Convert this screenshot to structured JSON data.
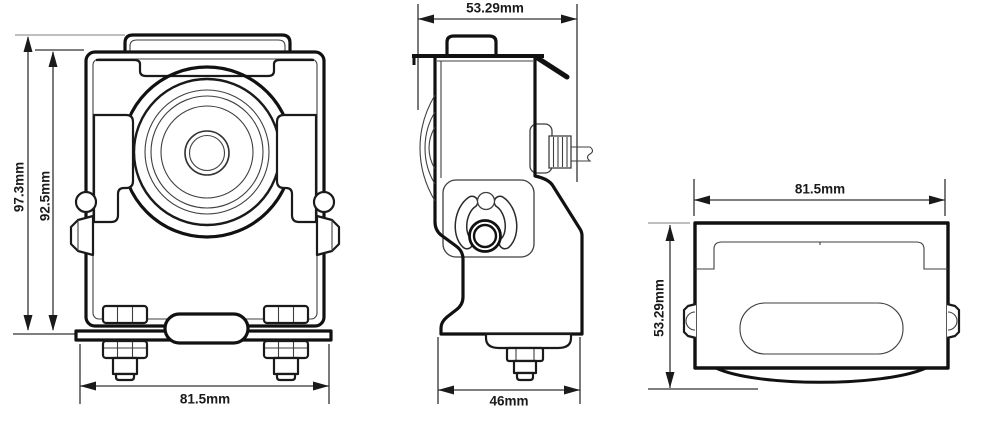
{
  "views": {
    "front": {
      "dim_height_outer": "97.3mm",
      "dim_height_inner": "92.5mm",
      "dim_width": "81.5mm"
    },
    "side": {
      "dim_depth": "53.29mm",
      "dim_base": "46mm"
    },
    "top": {
      "dim_width": "81.5mm",
      "dim_depth": "53.29mm"
    }
  },
  "colors": {
    "outline": "#111111",
    "thin_line": "#3f3f3f",
    "dimension_line": "#333333",
    "reference_line": "#999999",
    "background": "#ffffff"
  }
}
